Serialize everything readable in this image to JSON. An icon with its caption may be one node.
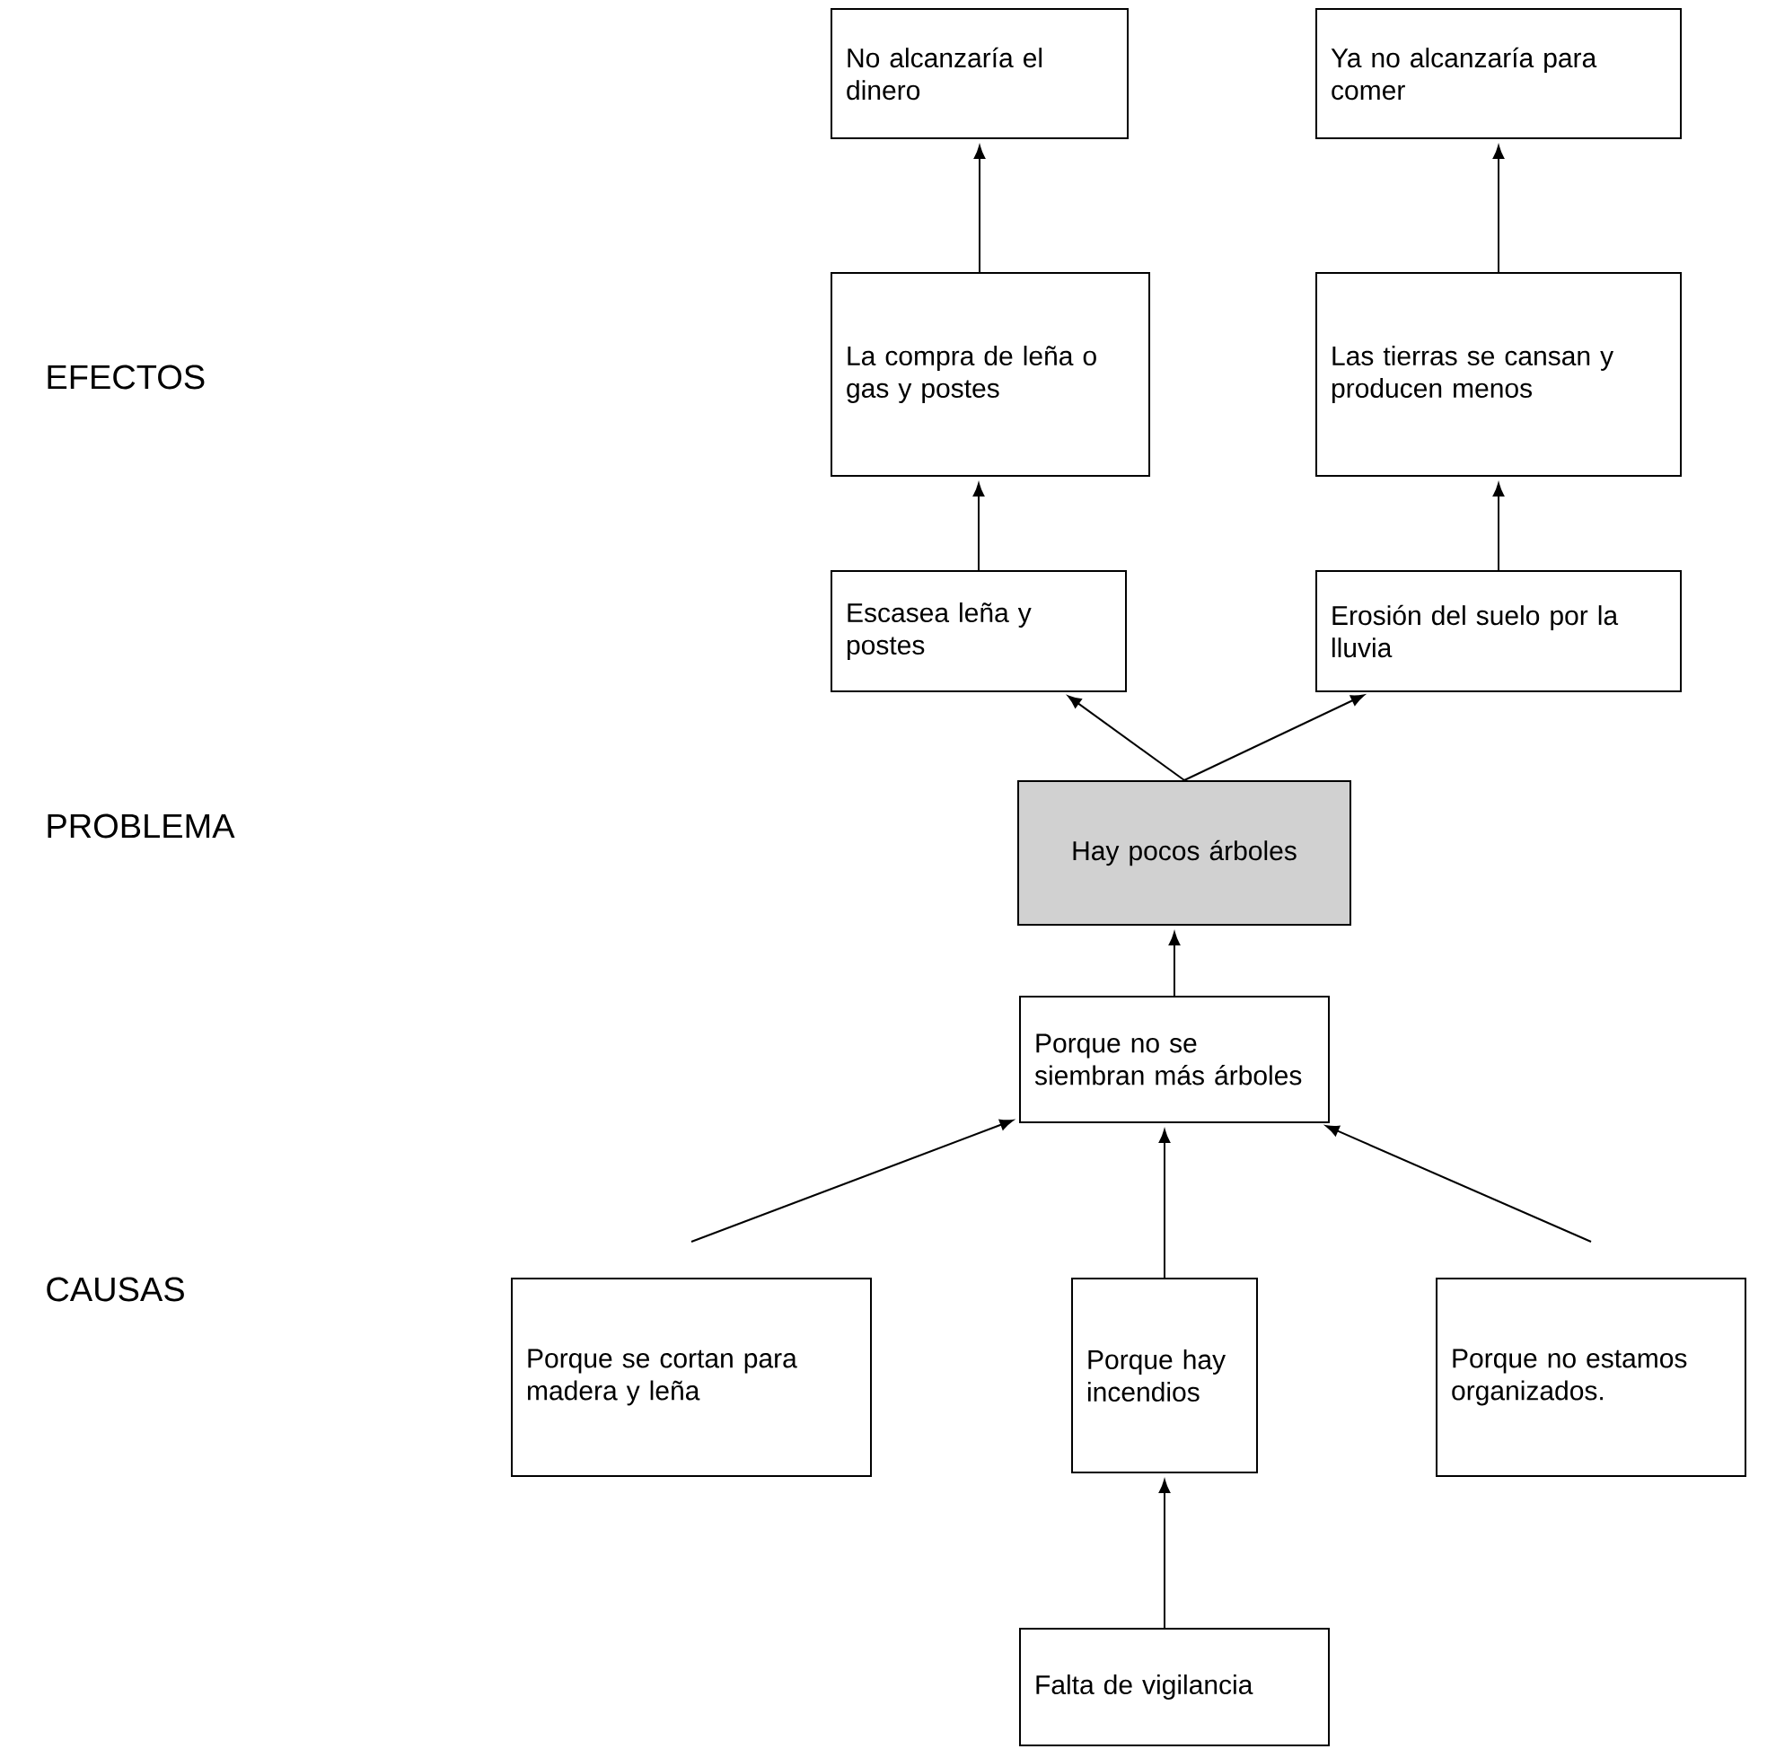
{
  "diagram": {
    "nodes": [
      {
        "text": [
          "No alcanzaría el dinero"
        ]
      },
      {
        "text": [
          "Ya no alcanzaría para comer"
        ]
      },
      {
        "text": [
          "La compra de leña o gas y postes"
        ]
      },
      {
        "text": [
          "Las tierras se cansan y producen menos"
        ]
      },
      {
        "text": [
          "Escasea leña y postes"
        ]
      },
      {
        "text": [
          "Erosión del suelo por la lluvia"
        ]
      },
      {
        "text": [
          "Hay pocos árboles"
        ]
      },
      {
        "text": [
          "Porque no se siembran más árboles"
        ]
      },
      {
        "text": [
          "Porque se cortan para madera y leña"
        ]
      },
      {
        "text": [
          "Porque hay incendios"
        ]
      },
      {
        "text": [
          "Porque no estamos organizados."
        ]
      },
      {
        "text": [
          "Falta de vigilancia"
        ]
      }
    ],
    "edges": [
      {
        "from": 2,
        "to": 0,
        "arrow": "to"
      },
      {
        "from": 3,
        "to": 1,
        "arrow": "to"
      },
      {
        "from": 4,
        "to": 2,
        "arrow": "to"
      },
      {
        "from": 5,
        "to": 3,
        "arrow": "to"
      },
      {
        "from": 6,
        "to": 4,
        "arrow": "to"
      },
      {
        "from": 6,
        "to": 5,
        "arrow": "to"
      },
      {
        "from": 7,
        "to": 6,
        "arrow": "to"
      },
      {
        "from": 8,
        "to": 7,
        "arrow": "to"
      },
      {
        "from": 9,
        "to": 7,
        "arrow": "to"
      },
      {
        "from": 10,
        "to": 7,
        "arrow": "to"
      },
      {
        "from": 11,
        "to": 9,
        "arrow": "to"
      }
    ],
    "labels": [
      "EFECTOS",
      "PROBLEMA",
      "CAUSAS"
    ]
  }
}
